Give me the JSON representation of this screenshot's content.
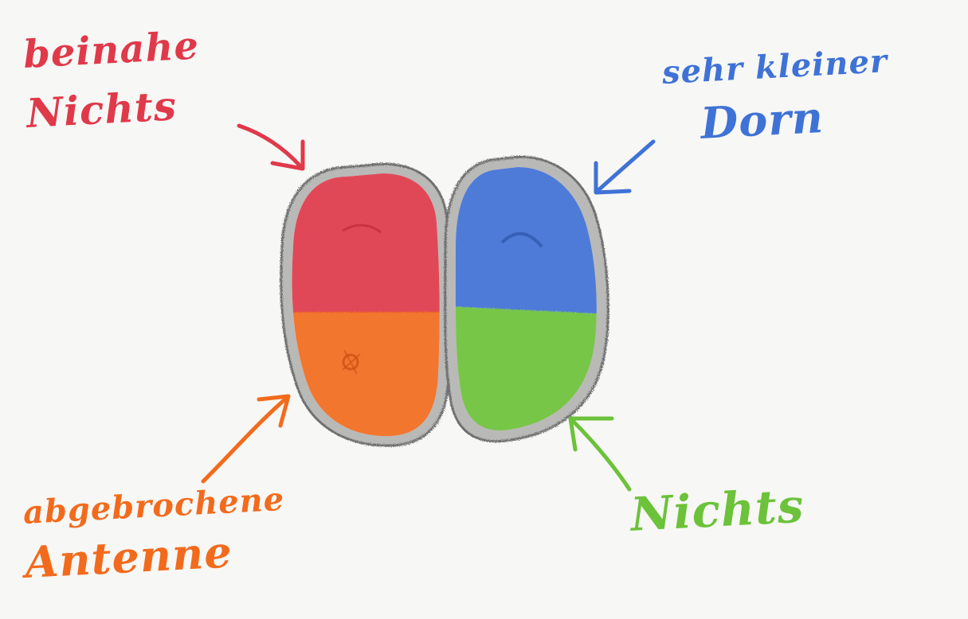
{
  "labels": {
    "top_left_line1": "beinahe",
    "top_left_line2": "Nichts",
    "top_right_line1": "sehr kleiner",
    "top_right_line2": "Dorn",
    "bottom_left_line1": "abgebrochene",
    "bottom_left_line2": "Antenne",
    "bottom_right": "Nichts"
  },
  "colors": {
    "background": "#f7f7f5",
    "outline": "#7e7e7e",
    "red": "#e0394a",
    "blue": "#3f72d6",
    "orange": "#f26b1d",
    "green": "#6cc23a"
  }
}
